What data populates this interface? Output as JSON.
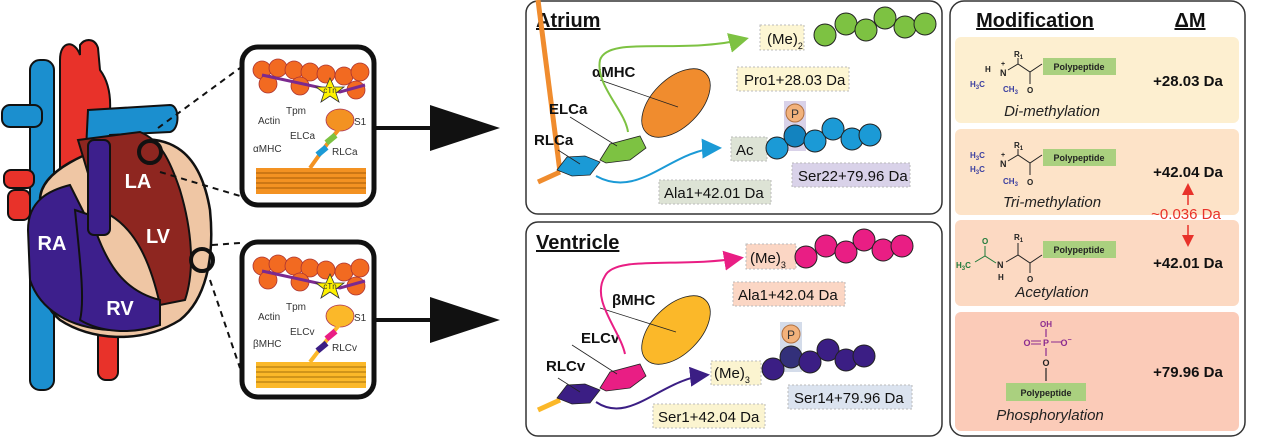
{
  "heart": {
    "chambers": {
      "ra": "RA",
      "rv": "RV",
      "la": "LA",
      "lv": "LV"
    },
    "colors": {
      "vein_blue": "#1b8fcf",
      "artery_red": "#e8322a",
      "right_purple": "#3d1f8c",
      "left_maroon": "#8e2620",
      "tissue_tan": "#efc6a4"
    }
  },
  "sarcomere_insets": [
    {
      "id": "atrial",
      "labels": {
        "actin": "Actin",
        "tpm": "Tpm",
        "ctn": "cTn",
        "s1": "S1",
        "elc": "ELCa",
        "rlc": "RLCa",
        "mhc": "αMHC"
      },
      "colors": {
        "filament": "#f39222",
        "elc": "#7dc242",
        "rlc": "#1b9ad6"
      }
    },
    {
      "id": "ventricular",
      "labels": {
        "actin": "Actin",
        "tpm": "Tpm",
        "ctn": "cTn",
        "s1": "S1",
        "elc": "ELCv",
        "rlc": "RLCv",
        "mhc": "βMHC"
      },
      "colors": {
        "filament": "#fbb829",
        "elc": "#e91e84",
        "rlc": "#3b1e84"
      }
    }
  ],
  "panels": [
    {
      "title": "Atrium",
      "labels": {
        "mhc": "αMHC",
        "elc": "ELCa",
        "rlc": "RLCa"
      },
      "elc_mod": {
        "tag": "(Me)",
        "subscript": "2",
        "site": "Pro1+28.03 Da"
      },
      "rlc_mod": {
        "tag": "Ac",
        "phospho": "P",
        "site_nterm": "Ala1+42.01 Da",
        "site_phospho": "Ser22+79.96 Da"
      },
      "colors": {
        "head": "#f08c2e",
        "elc": "#7dc242",
        "rlc": "#1b9ad6",
        "tail": "#f08c2e"
      }
    },
    {
      "title": "Ventricle",
      "labels": {
        "mhc": "βMHC",
        "elc": "ELCv",
        "rlc": "RLCv"
      },
      "elc_mod": {
        "tag": "(Me)",
        "subscript": "3",
        "site": "Ala1+42.04 Da"
      },
      "rlc_mod": {
        "tag": "(Me)",
        "subscript": "3",
        "phospho": "P",
        "site_nterm": "Ser1+42.04 Da",
        "site_phospho": "Ser14+79.96 Da"
      },
      "colors": {
        "head": "#fbb829",
        "elc": "#e91e84",
        "rlc": "#3b1e84",
        "tail": "#fbb829"
      }
    }
  ],
  "modification_table": {
    "header": {
      "modification": "Modification",
      "delta_m": "ΔM"
    },
    "polypeptide_label": "Polypeptide",
    "rows": [
      {
        "name": "Di-methylation",
        "delta": "+28.03 Da",
        "bg": "#fdefd0"
      },
      {
        "name": "Tri-methylation",
        "delta": "+42.04 Da",
        "bg": "#fde3c8"
      },
      {
        "name": "Acetylation",
        "delta": "+42.01 Da",
        "bg": "#fcd9c2"
      },
      {
        "name": "Phosphorylation",
        "delta": "+79.96 Da",
        "bg": "#fbcbb8"
      }
    ],
    "difference_note": "~0.036 Da",
    "chem": {
      "r1": "R",
      "r1_sub": "1",
      "h": "H",
      "n": "N",
      "plus": "+",
      "o": "O",
      "ch3": "CH",
      "h3c": "H",
      "three": "3",
      "oh": "OH",
      "p": "P",
      "o_minus": "O",
      "minus": "−"
    }
  }
}
